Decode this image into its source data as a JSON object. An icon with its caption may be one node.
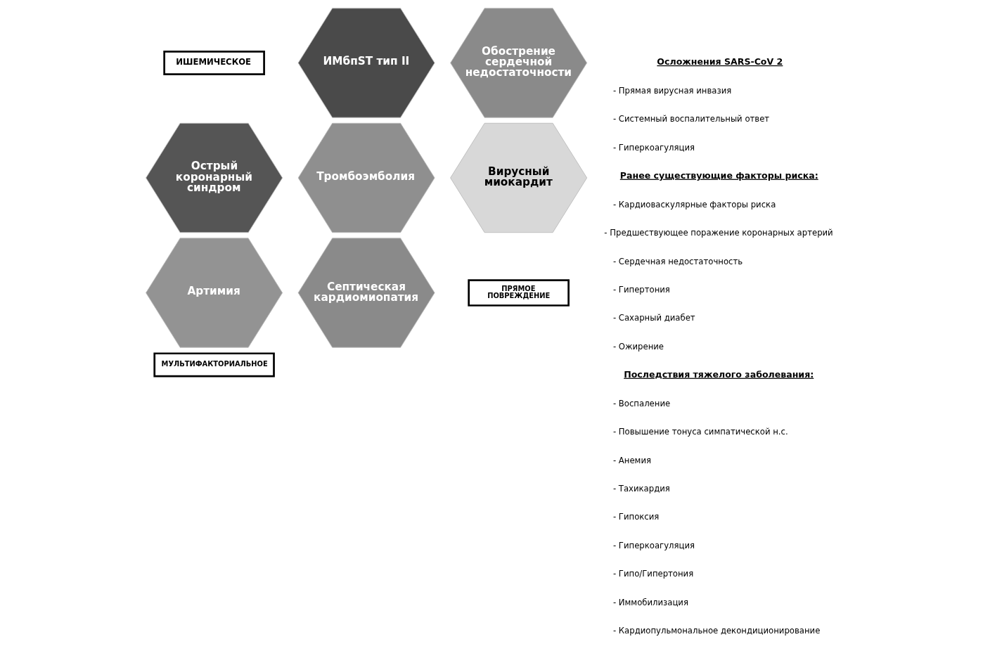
{
  "diagram": {
    "nodes": [
      {
        "text": [
          "ИШЕМИЧЕСКОЕ"
        ]
      },
      {
        "text": [
          "ИМбпST тип II"
        ]
      },
      {
        "text": [
          "Острый коронарный синдром"
        ]
      },
      {
        "text": [
          "Обострение сердечной недостаточности"
        ]
      },
      {
        "text": [
          "Тромбоэмболия"
        ]
      },
      {
        "text": [
          "Артимия"
        ]
      },
      {
        "text": [
          "Вирусный миокардит"
        ]
      },
      {
        "text": [
          "Септическая кардиомиопатия"
        ]
      },
      {
        "text": [
          "МУЛЬТИФАКТОРИАЛЬНОЕ"
        ]
      },
      {
        "text": [
          "ПРЯМОЕ ПОВРЕЖДЕНИЕ"
        ]
      }
    ],
    "edges": [],
    "labels": [
      "Осложнения SARS-CoV 2",
      "- Прямая вирусная инвазия",
      "- Системный воспалительный ответ",
      "- Гиперкоагуляция",
      "Ранее существующие факторы риска:",
      "- Кардиоваскулярные факторы риска",
      "- Предшествующее поражение коронарных артерий",
      "- Сердечная недостаточность",
      "- Гипертония",
      "- Сахарный диабет",
      "- Ожирение",
      "Последствия тяжелого заболевания:",
      "- Воспаление",
      "- Повышение тонуса симпатической н.с.",
      "- Анемия",
      "- Тахикардия",
      "- Гипоксия",
      "- Гиперкоагуляция",
      "- Гипо/Гипертония",
      "- Иммобилизация",
      "- Кардиопульмональное декондиционирование"
    ]
  }
}
